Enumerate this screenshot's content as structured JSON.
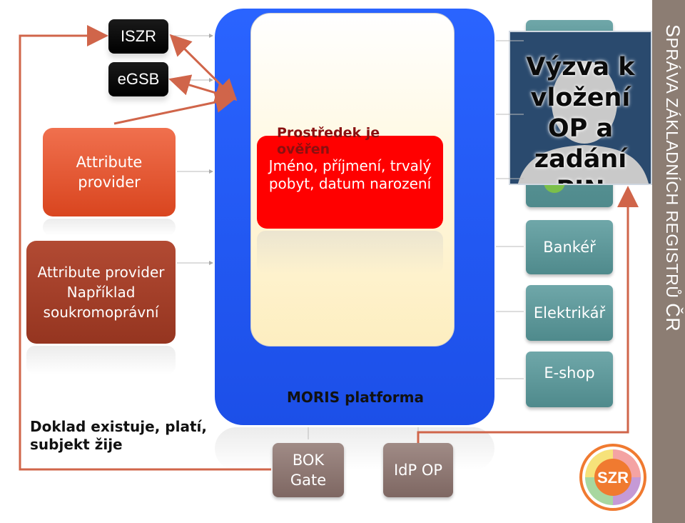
{
  "sources": {
    "iszr": "ISZR",
    "egsb": "eGSB",
    "attr_provider_1": "Attribute provider",
    "attr_provider_2": "Attribute provider Například soukromoprávní"
  },
  "platform": {
    "label": "MORIS platforma",
    "verified_text": "Prostředek je ověřen",
    "attributes_text": "Jméno, příjmení, trvalý pobyt, datum narození"
  },
  "gates": {
    "bok_gate": "BOK Gate",
    "idp_op": "IdP OP"
  },
  "consumers": {
    "banker": "Bankéř",
    "electrician": "Elektrikář",
    "eshop": "E-shop"
  },
  "prompt": {
    "text": "Výzva k vložení OP a zadání PIN"
  },
  "footnote": "Doklad existuje, platí, subjekt žije",
  "sidebar": {
    "title": "Správa základních registrů ČR"
  },
  "logo": {
    "text": "SZR"
  },
  "colors": {
    "platform_blue": "#2a64ff",
    "red_box": "#ff0000",
    "arrow": "#d0654a",
    "teal": "#5f9a9c",
    "taupe": "#8f7872",
    "sidebar": "#8c7d73"
  }
}
